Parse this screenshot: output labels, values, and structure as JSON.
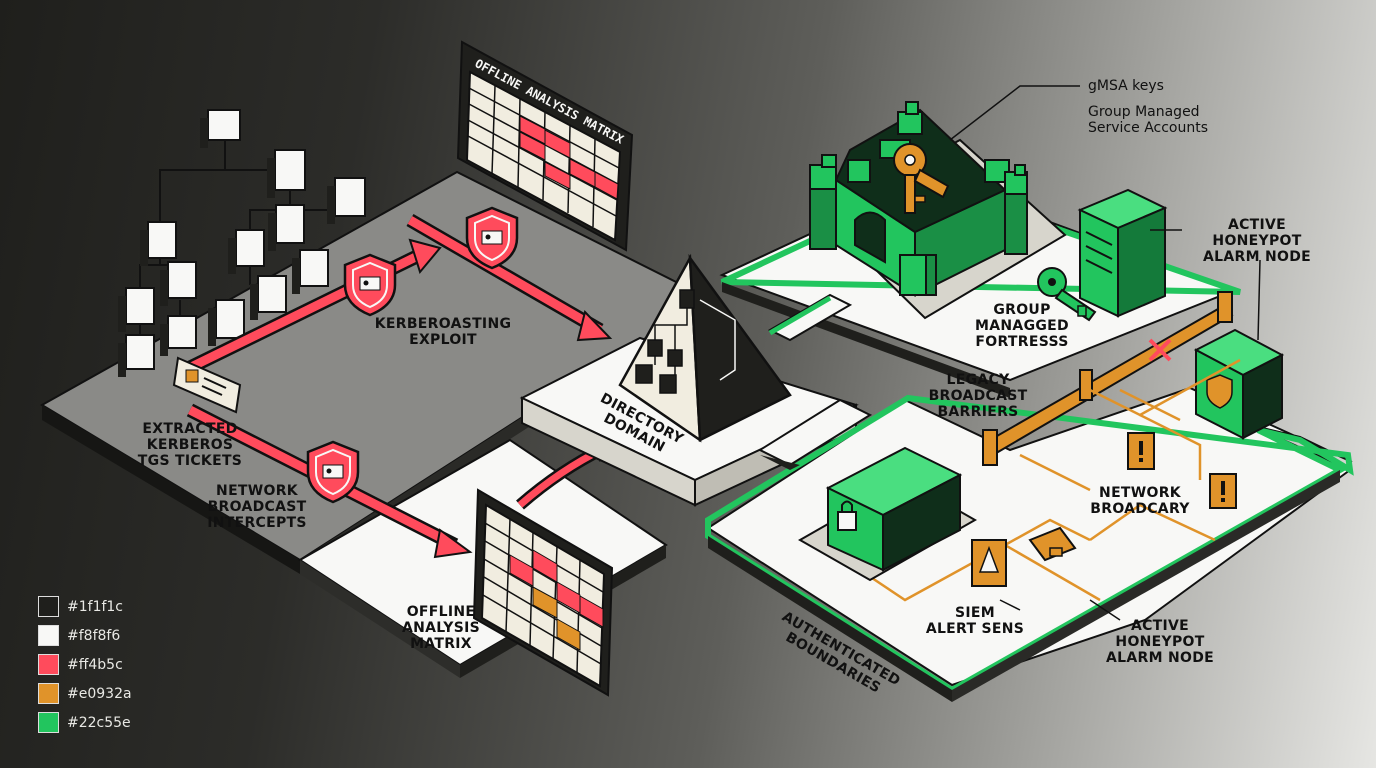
{
  "colors": {
    "dark": "#1f1f1c",
    "light": "#f8f8f6",
    "red": "#ff4b5c",
    "orange": "#e0932a",
    "green": "#22c55e"
  },
  "labels": {
    "offline_matrix_board_title": "OFFLINE ANALYSIS MATRIX",
    "kerberoasting": "KERBEROASTING\nEXPLOIT",
    "extracted_tickets": "EXTRACTED\nKERBEROS\nTGS TICKETS",
    "network_intercepts": "NETWORK\nBROADCAST\nINTERCEPTS",
    "offline_matrix": "OFFLINE\nANALYSIS\nMATRIX",
    "directory_domain": "DIRECTORY\nDOMAIN",
    "gmsa_keys": "gMSA keys",
    "group_managed_accounts": "Group Managed\nService Accounts",
    "honeypot_top": "ACTIVE HONEYPOT\nALARM NODE",
    "fortress": "GROUP\nMANAGGED\nFORTRESSS",
    "legacy_barriers": "LEGACY\nBROADCAST\nBARRIERS",
    "network_broadcary": "NETWORK\nBROADCARY",
    "siem": "SIEM\nALERT SENS",
    "honeypot_bottom": "ACTIVE\nHONEYPOT\nALARM NODE",
    "authenticated_boundaries": "AUTHENTICATED\nBOUNDARIES"
  },
  "legend": [
    {
      "label": "#1f1f1c",
      "color": "#1f1f1c"
    },
    {
      "label": "#f8f8f6",
      "color": "#f8f8f6"
    },
    {
      "label": "#ff4b5c",
      "color": "#ff4b5c"
    },
    {
      "label": "#e0932a",
      "color": "#e0932a"
    },
    {
      "label": "#22c55e",
      "color": "#22c55e"
    }
  ]
}
